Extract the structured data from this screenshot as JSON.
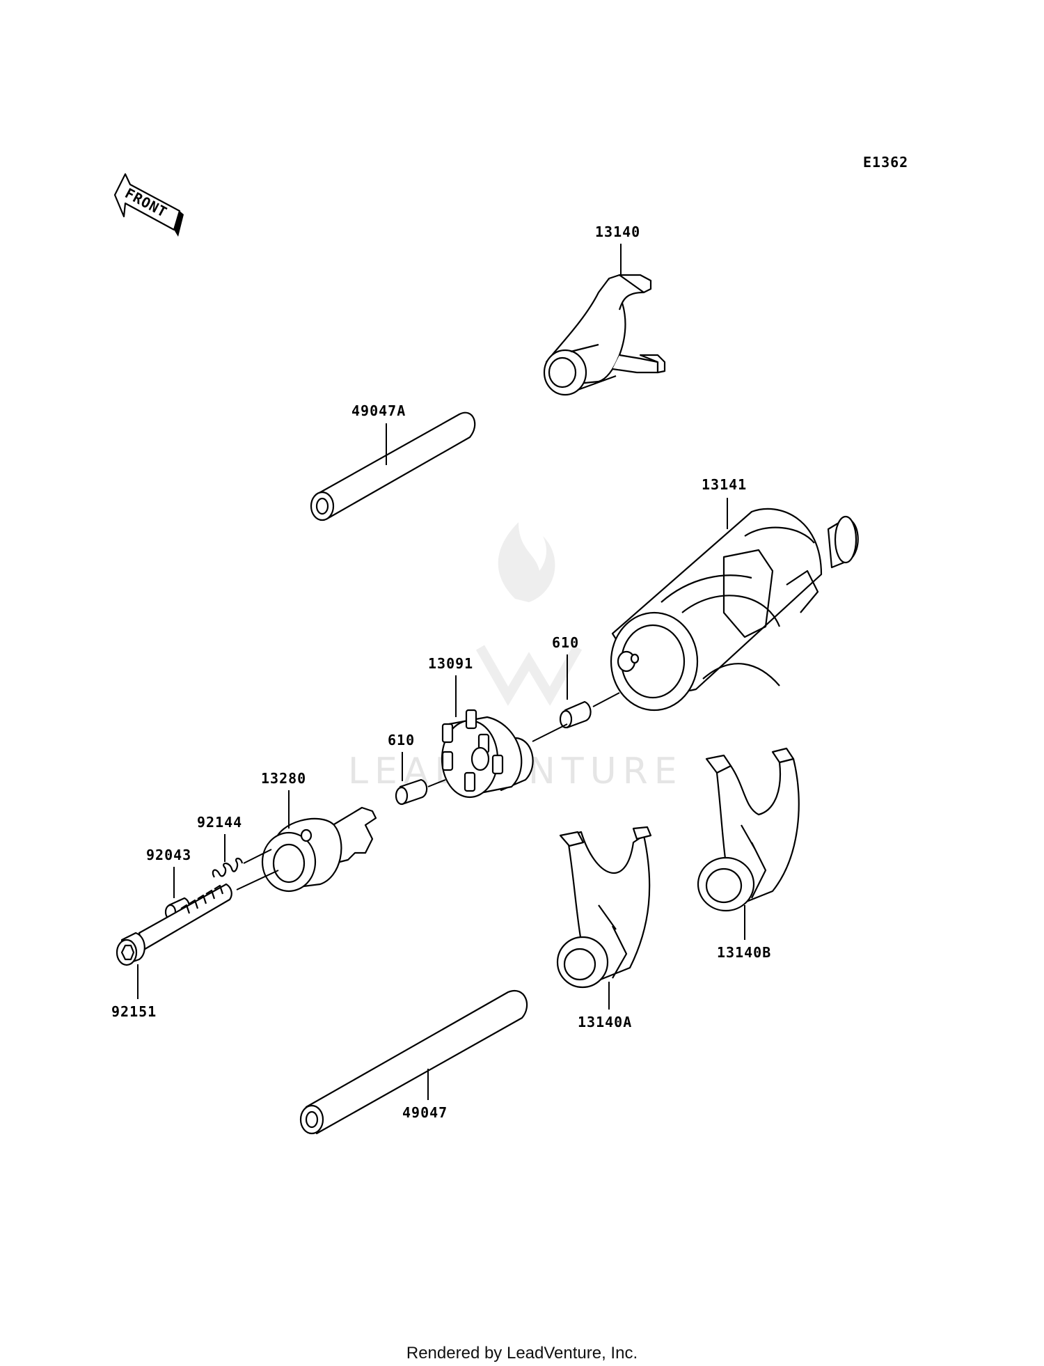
{
  "diagram_code": "E1362",
  "front_label": "FRONT",
  "watermark": "LEADVENTURE",
  "footer": "Rendered by LeadVenture, Inc.",
  "parts": {
    "p13140": "13140",
    "p49047A": "49047A",
    "p13141": "13141",
    "p13091": "13091",
    "p610a": "610",
    "p610b": "610",
    "p13280": "13280",
    "p92144": "92144",
    "p92043": "92043",
    "p92151": "92151",
    "p13140A": "13140A",
    "p13140B": "13140B",
    "p49047": "49047"
  }
}
